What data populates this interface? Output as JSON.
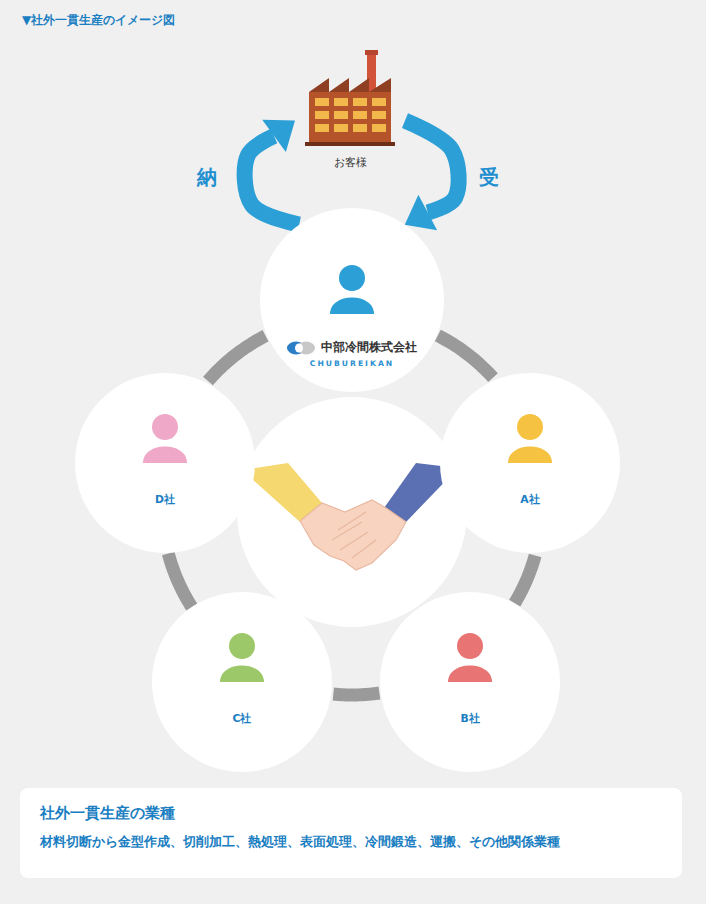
{
  "diagram": {
    "title": "▼社外一貫生産のイメージ図",
    "nodes": [
      {
        "text": [
          "お客様"
        ]
      },
      {
        "text": [
          "中部冷間株式会社",
          "CHUBUREIKAN"
        ]
      },
      {
        "text": [
          "D社"
        ]
      },
      {
        "text": [
          "A社"
        ]
      },
      {
        "text": [
          "C社"
        ]
      },
      {
        "text": [
          "B社"
        ]
      },
      {
        "text": [
          "社外一貫生産の業種",
          "材料切断から金型作成、切削加工、熱処理、表面処理、冷間鍛造、運搬、その他関係業種"
        ]
      }
    ],
    "edges": [
      {
        "from": 0,
        "to": 1,
        "label": "受",
        "arrow": "to"
      },
      {
        "from": 1,
        "to": 0,
        "label": "納",
        "arrow": "to"
      },
      {
        "from": 1,
        "to": 3,
        "arrow": "none"
      },
      {
        "from": 3,
        "to": 5,
        "arrow": "none"
      },
      {
        "from": 5,
        "to": 4,
        "arrow": "none"
      },
      {
        "from": 4,
        "to": 2,
        "arrow": "none"
      },
      {
        "from": 2,
        "to": 1,
        "arrow": "none"
      }
    ]
  }
}
